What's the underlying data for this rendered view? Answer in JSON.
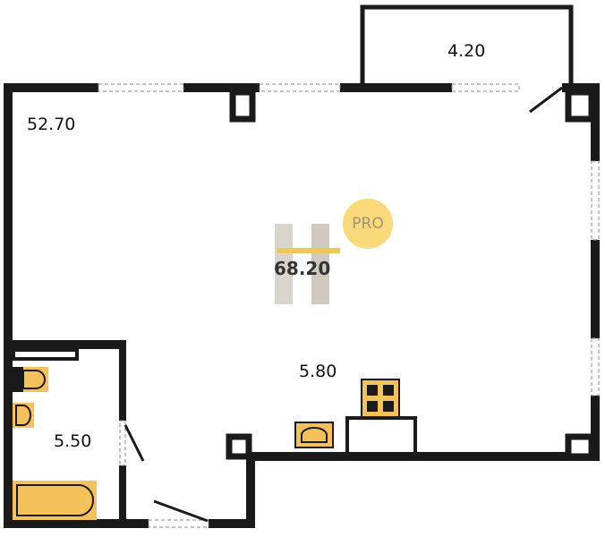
{
  "plan": {
    "total_area": "68.20",
    "badge": "PRO",
    "rooms": [
      {
        "name": "living",
        "area": "52.70"
      },
      {
        "name": "balcony",
        "area": "4.20"
      },
      {
        "name": "kitchen",
        "area": "5.80"
      },
      {
        "name": "bathroom",
        "area": "5.50"
      }
    ]
  },
  "colors": {
    "wall": "#1a1a1a",
    "fixture": "#f5c15a",
    "watermark_accent": "#f0c858"
  }
}
